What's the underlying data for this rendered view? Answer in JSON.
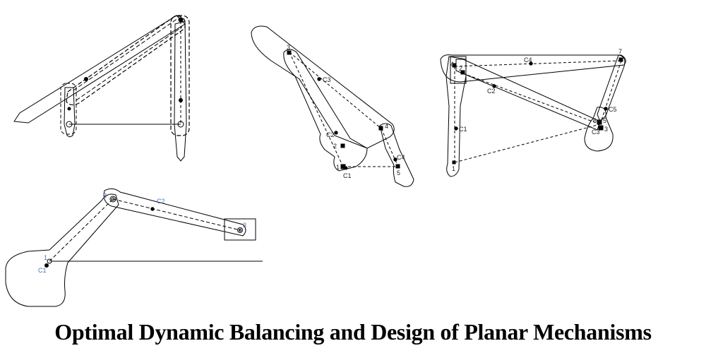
{
  "title": "Optimal Dynamic Balancing and Design of Planar Mechanisms",
  "colors": {
    "outline": "#000000",
    "label_blue": "#4a6fb5",
    "label_dark": "#222222"
  },
  "fig2": {
    "labels": [
      "3",
      "C3",
      "C2",
      "2",
      "1",
      "C1",
      "4",
      "C4",
      "5"
    ]
  },
  "fig3": {
    "labels": [
      "4",
      "2",
      "C4",
      "C2",
      "7",
      "C5",
      "6",
      "5",
      "C3",
      "3",
      "C1",
      "1"
    ]
  },
  "fig4": {
    "labels": [
      "2",
      "C2",
      "3",
      "1",
      "C1"
    ]
  }
}
